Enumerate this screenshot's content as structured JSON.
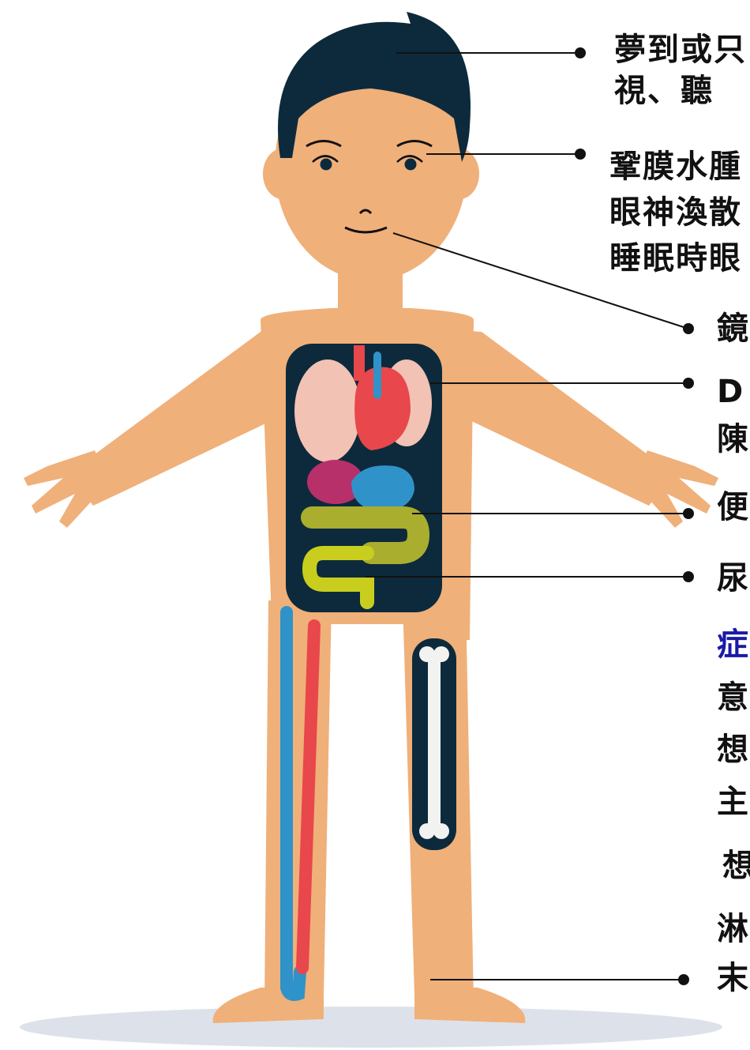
{
  "colors": {
    "skin": "#F0B07A",
    "hair": "#0D2A3C",
    "torso_panel": "#0D2A3C",
    "lung": "#F2C2B4",
    "heart": "#E8474B",
    "vein": "#2F93C9",
    "stomach": "#B8306A",
    "intestine": "#A9AE2E",
    "colon": "#C9CE1E",
    "bone": "#F2F2F0",
    "shadow": "#DDE2EA",
    "leader_line": "#111111",
    "label_text": "#111111",
    "label_blue": "#1A1AA6"
  },
  "labels": [
    {
      "id": "hair",
      "lines": [
        "夢到或只",
        "視、聽"
      ]
    },
    {
      "id": "eyes",
      "lines": [
        "鞏膜水腫",
        "眼神渙散",
        "睡眠時眼"
      ]
    },
    {
      "id": "mouth",
      "lines": [
        "鏡"
      ]
    },
    {
      "id": "heart",
      "lines": [
        "D",
        "陳"
      ]
    },
    {
      "id": "intestine",
      "lines": [
        "便"
      ]
    },
    {
      "id": "bladder",
      "lines": [
        "尿"
      ]
    },
    {
      "id": "symptoms",
      "lines": [
        "症"
      ]
    },
    {
      "id": "extra1",
      "lines": [
        "意",
        "想",
        "主"
      ]
    },
    {
      "id": "extra2",
      "lines": [
        "想"
      ]
    },
    {
      "id": "extra3",
      "lines": [
        "淋"
      ]
    },
    {
      "id": "legs",
      "lines": [
        "末"
      ]
    }
  ]
}
